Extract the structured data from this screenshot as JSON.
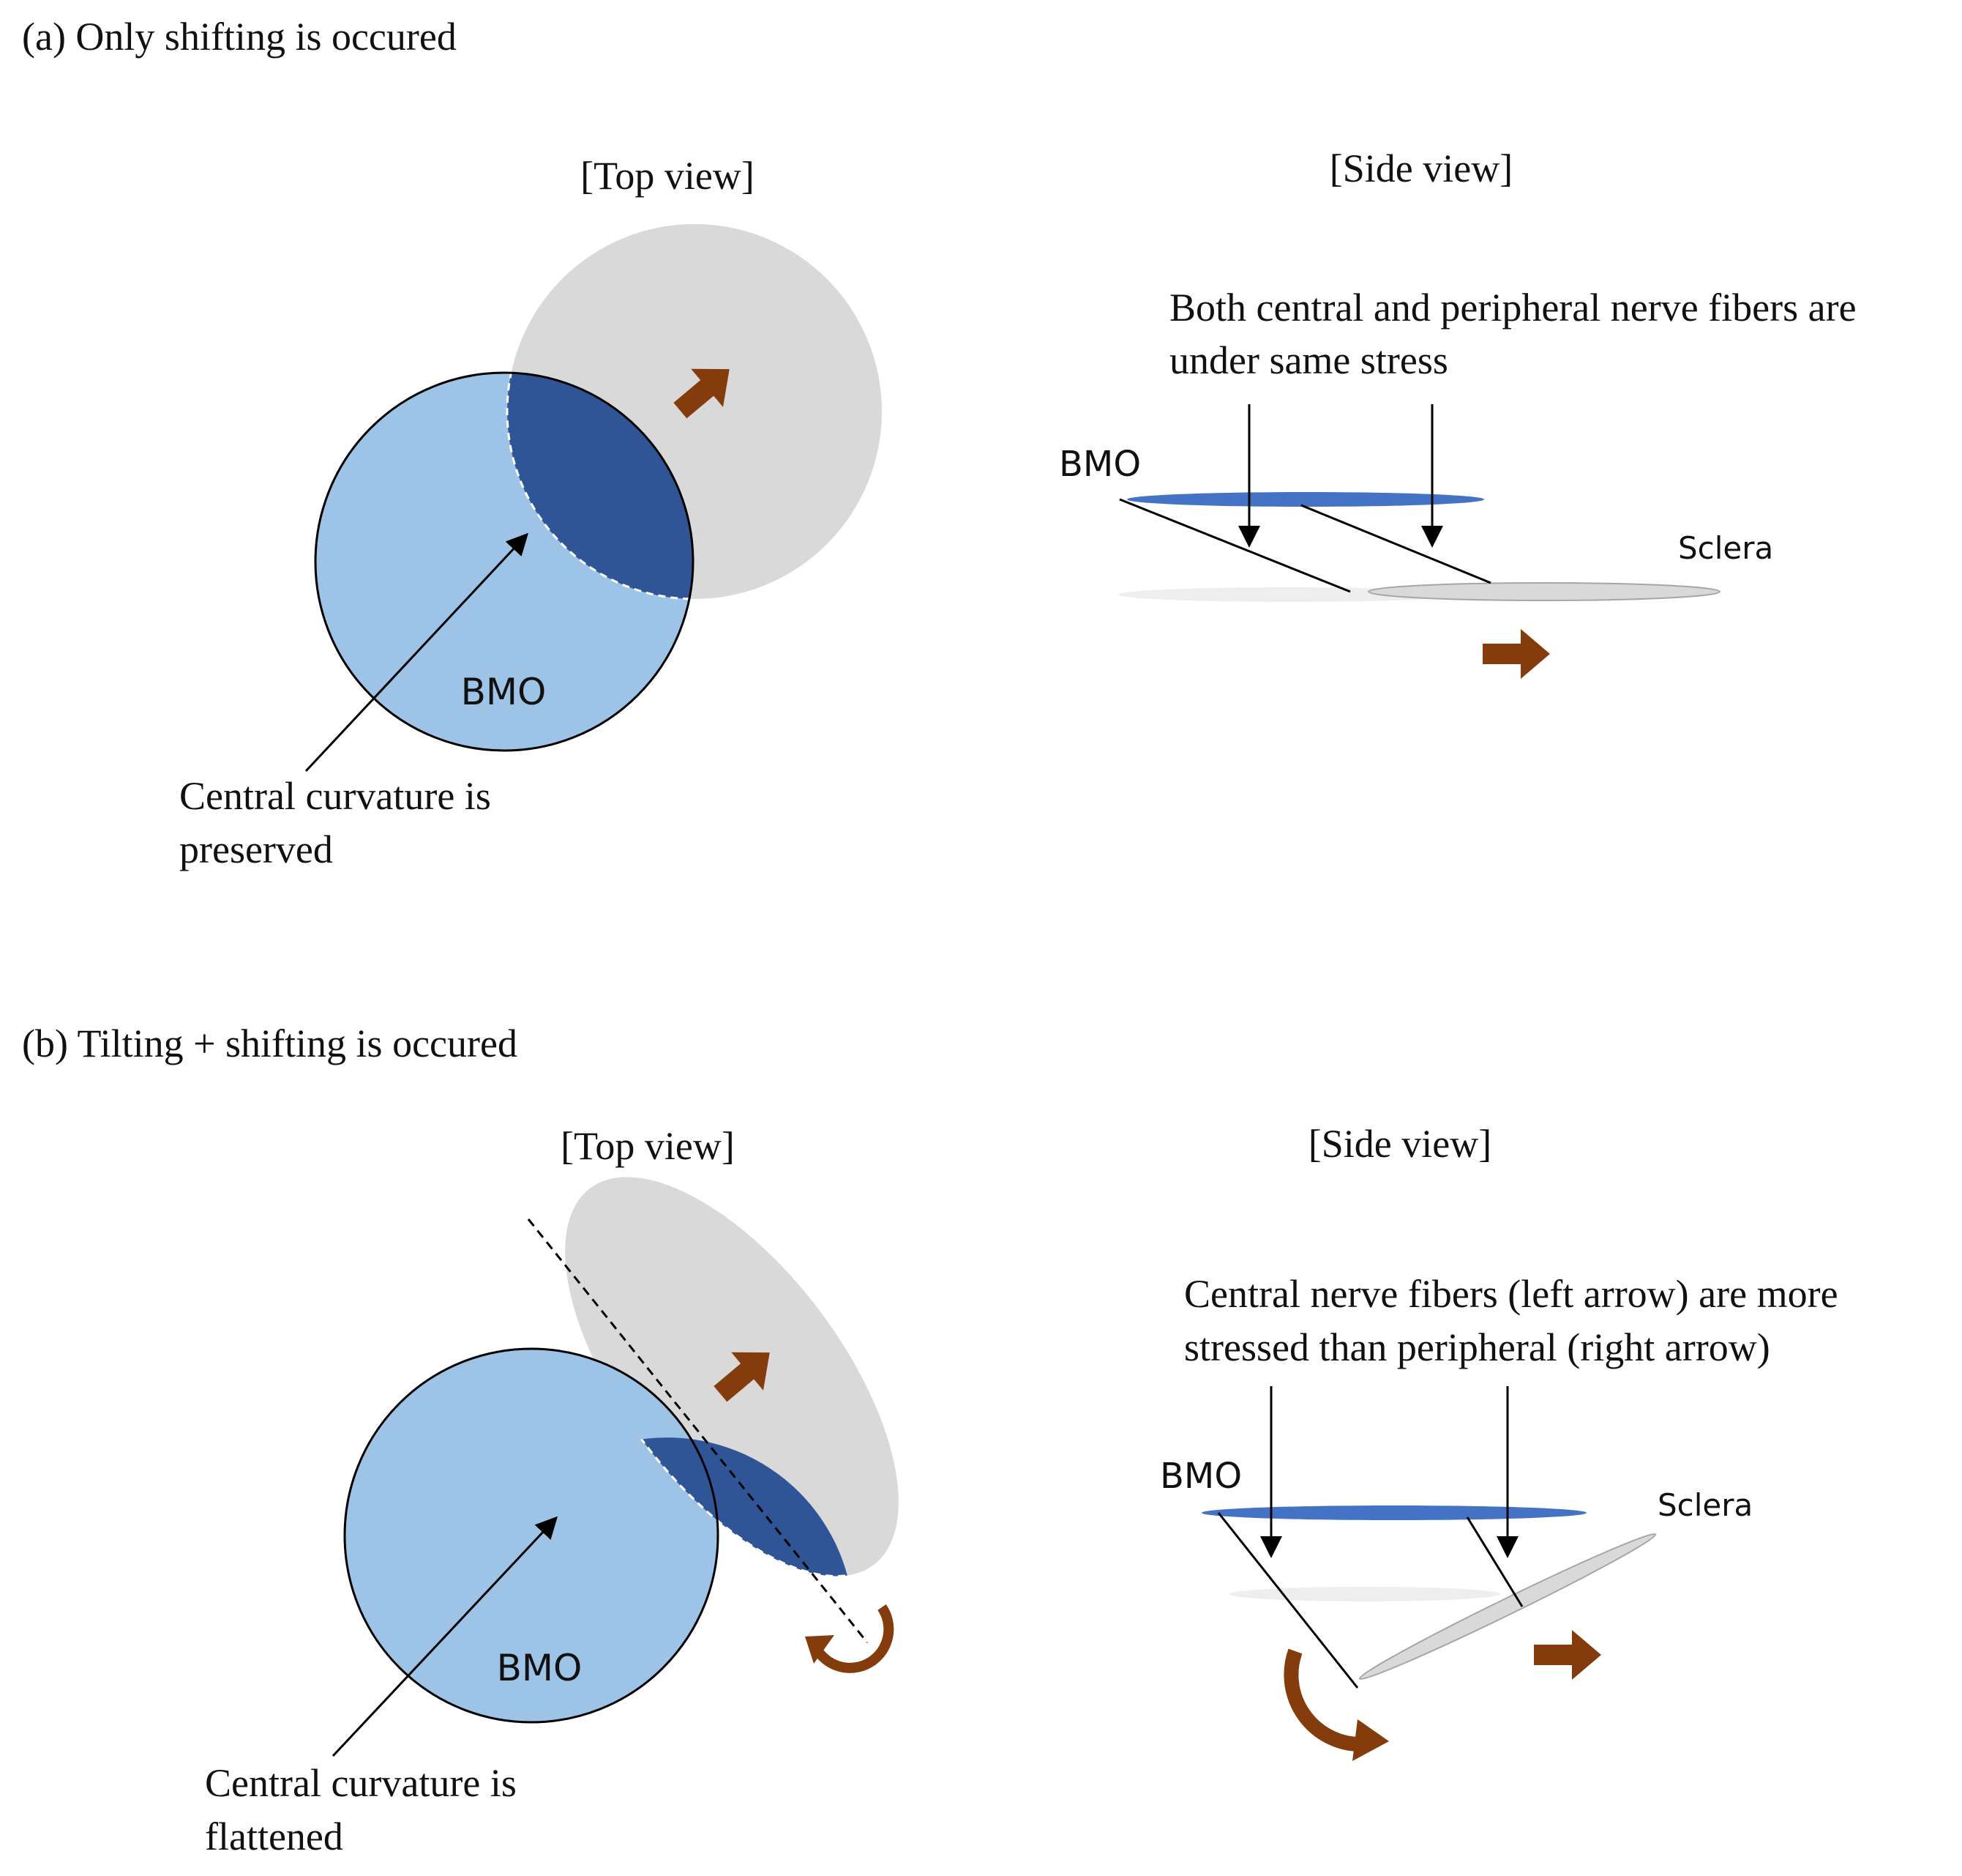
{
  "colors": {
    "bmo_fill": "#9dc3e6",
    "overlap_fill": "#2f5597",
    "shifted_fill": "#d9d9d9",
    "side_bmo_fill": "#4472c4",
    "sclera_fill": "#d9d9d9",
    "arrow_brown": "#843c0c",
    "line": "#000000"
  },
  "panel_a": {
    "caption": "(a) Only shifting is occured",
    "top_view": {
      "heading": "[Top view]",
      "bmo_label": "BMO",
      "note_line1": "Central curvature is",
      "note_line2": "preserved"
    },
    "side_view": {
      "heading": "[Side view]",
      "note_line1": "Both central and peripheral nerve fibers are",
      "note_line2": "under same stress",
      "bmo_label": "BMO",
      "sclera_label": "Sclera"
    }
  },
  "panel_b": {
    "caption": "(b) Tilting + shifting is occured",
    "top_view": {
      "heading": "[Top view]",
      "bmo_label": "BMO",
      "note_line1": "Central curvature is",
      "note_line2": "flattened"
    },
    "side_view": {
      "heading": "[Side view]",
      "note_line1": "Central nerve fibers (left arrow) are more",
      "note_line2": "stressed than peripheral (right arrow)",
      "bmo_label": "BMO",
      "sclera_label": "Sclera"
    }
  },
  "icons": [
    "shift-arrow-icon",
    "rotation-arrow-icon",
    "pointer-arrow-icon"
  ]
}
